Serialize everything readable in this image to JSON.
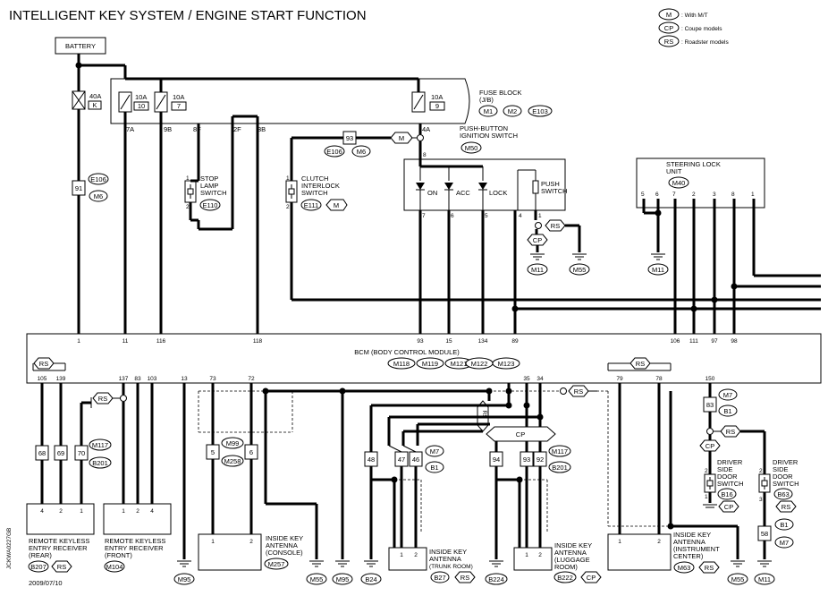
{
  "title": "INTELLIGENT KEY SYSTEM / ENGINE START FUNCTION",
  "legend": [
    {
      "code": "M",
      "text": ": With M/T"
    },
    {
      "code": "CP",
      "text": ": Coupe models"
    },
    {
      "code": "RS",
      "text": ": Roadster models"
    }
  ],
  "battery": "BATTERY",
  "fuse_block": {
    "title_1": "FUSE BLOCK",
    "title_2": "(J/B)",
    "conn": [
      "M1",
      "M2",
      "E103"
    ]
  },
  "fuses": [
    {
      "amp": "40A",
      "id": "K"
    },
    {
      "amp": "10A",
      "id": "10"
    },
    {
      "amp": "10A",
      "id": "7"
    },
    {
      "amp": "10A",
      "id": "9"
    }
  ],
  "fuse_terms": [
    "7A",
    "9B",
    "8F",
    "2F",
    "3B",
    "4A"
  ],
  "e106_left": {
    "num": "91",
    "c1": "E106",
    "c2": "M6"
  },
  "stop_lamp": {
    "l1": "STOP",
    "l2": "LAMP",
    "l3": "SWITCH",
    "conn": "E110",
    "p1": "1",
    "p2": "2"
  },
  "clutch": {
    "l1": "CLUTCH",
    "l2": "INTERLOCK",
    "l3": "SWITCH",
    "conn": "E111",
    "opt": "M",
    "p1": "1",
    "p2": "2"
  },
  "conn93": {
    "num": "93",
    "c1": "E106",
    "c2": "M6",
    "opt": "M"
  },
  "push_button": {
    "l1": "PUSH-BUTTON",
    "l2": "IGNITION SWITCH",
    "conn": "M50",
    "pin_top": "8",
    "leds": [
      "ON",
      "ACC",
      "LOCK"
    ],
    "sw1": "PUSH",
    "sw2": "SWITCH",
    "pins": [
      "7",
      "6",
      "5",
      "4",
      "1"
    ],
    "rs": "RS",
    "cp": "CP",
    "gnd1": "M11",
    "gnd2": "M55"
  },
  "steering": {
    "l1": "STEERING LOCK",
    "l2": "UNIT",
    "conn": "M40",
    "pins": [
      "5",
      "6",
      "7",
      "2",
      "3",
      "8",
      "1"
    ],
    "gnd": "M11"
  },
  "bcm": {
    "label": "BCM (BODY CONTROL MODULE)",
    "conn": [
      "M118",
      "M119",
      "M121",
      "M122",
      "M123"
    ],
    "top_pins": [
      "1",
      "11",
      "116",
      "118",
      "93",
      "15",
      "134",
      "89",
      "106",
      "111",
      "97",
      "98"
    ],
    "bot_pins": [
      "105",
      "139",
      "137",
      "83",
      "103",
      "13",
      "73",
      "72",
      "35",
      "34",
      "79",
      "78",
      "150"
    ]
  },
  "rke_rear": {
    "pins": [
      "4",
      "2",
      "1"
    ],
    "l1": "REMOTE KEYLESS",
    "l2": "ENTRY RECEIVER",
    "l3": "(REAR)",
    "conn": "B207",
    "opt": "RS",
    "jc": [
      "68",
      "69",
      "70"
    ],
    "jconn": [
      "M117",
      "B201"
    ]
  },
  "rke_front": {
    "pins": [
      "1",
      "2",
      "4"
    ],
    "l1": "REMOTE KEYLESS",
    "l2": "ENTRY RECEIVER",
    "l3": "(FRONT)",
    "conn": "M104"
  },
  "gnd_m95": "M95",
  "console": {
    "jc": [
      "5",
      "6"
    ],
    "jconn": [
      "M99",
      "M258"
    ],
    "pins": [
      "1",
      "2"
    ],
    "l1": "INSIDE KEY",
    "l2": "ANTENNA",
    "l3": "(CONSOLE)",
    "conn": "M257",
    "gnd": "M55",
    "gnd2": "M95"
  },
  "trunk": {
    "jc": [
      "48",
      "47",
      "46"
    ],
    "jconn": [
      "M7",
      "B1"
    ],
    "pins": [
      "1",
      "2"
    ],
    "l1": "INSIDE KEY",
    "l2": "ANTENNA",
    "l3": "(TRUNK ROOM)",
    "conn": "B27",
    "opt": "RS",
    "gnd": "B24"
  },
  "luggage": {
    "jc": [
      "94",
      "93",
      "92"
    ],
    "jconn": [
      "M117",
      "B201"
    ],
    "pins": [
      "1",
      "2"
    ],
    "l1": "INSIDE KEY",
    "l2": "ANTENNA",
    "l3": "(LUGGAGE",
    "l4": "ROOM)",
    "conn": "B222",
    "opt": "CP",
    "gnd": "B224"
  },
  "instrument": {
    "pins": [
      "1",
      "2"
    ],
    "l1": "INSIDE KEY",
    "l2": "ANTENNA",
    "l3": "(INSTRUMENT",
    "l4": "CENTER)",
    "conn": "M63",
    "opt": "RS",
    "gnd": "M55"
  },
  "door": {
    "jc": "83",
    "jconn": [
      "M7",
      "B1"
    ],
    "l1": "DRIVER",
    "l2": "SIDE",
    "l3": "DOOR",
    "l4": "SWITCH",
    "conn_l": "B16",
    "opt_l": "CP",
    "conn_r": "B63",
    "opt_r": "RS",
    "p1": "1",
    "p2": "2",
    "p3": "3",
    "jc2": "58",
    "jconn2": [
      "B1",
      "M7"
    ],
    "gnd": "M11"
  },
  "opt_rs": "RS",
  "opt_cp": "CP",
  "side_code": "JCKWA0227GB",
  "date": "2009/07/10"
}
